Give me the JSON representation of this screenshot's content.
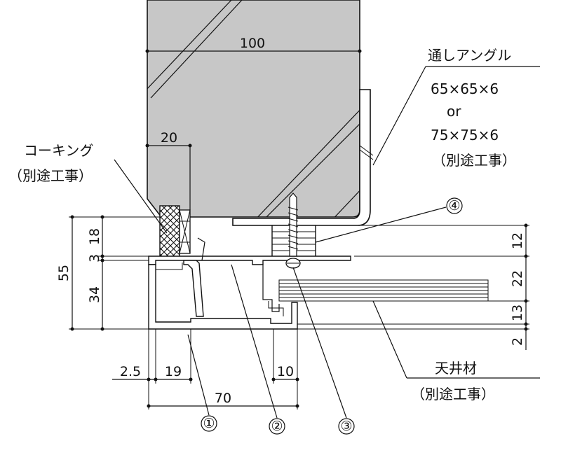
{
  "labels": {
    "angle_title": "通しアングル",
    "angle_size_1": "65×65×6",
    "angle_or": "or",
    "angle_size_2": "75×75×6",
    "angle_note": "（別途工事）",
    "caulking_title": "コーキング",
    "caulking_note": "（別途工事）",
    "ceiling_title": "天井材",
    "ceiling_note": "（別途工事）"
  },
  "dimensions": {
    "panel_width": "100",
    "joint_width": "20",
    "total_height": "55",
    "height_18": "18",
    "height_3": "3",
    "height_34": "34",
    "right_12": "12",
    "right_22": "22",
    "right_13": "13",
    "right_2": "2",
    "bottom_2_5": "2.5",
    "bottom_19": "19",
    "bottom_10": "10",
    "bottom_70": "70"
  },
  "callouts": {
    "c1": "①",
    "c2": "②",
    "c3": "③",
    "c4": "④"
  },
  "colors": {
    "panel": "#c7c7c7",
    "line": "#111111"
  }
}
